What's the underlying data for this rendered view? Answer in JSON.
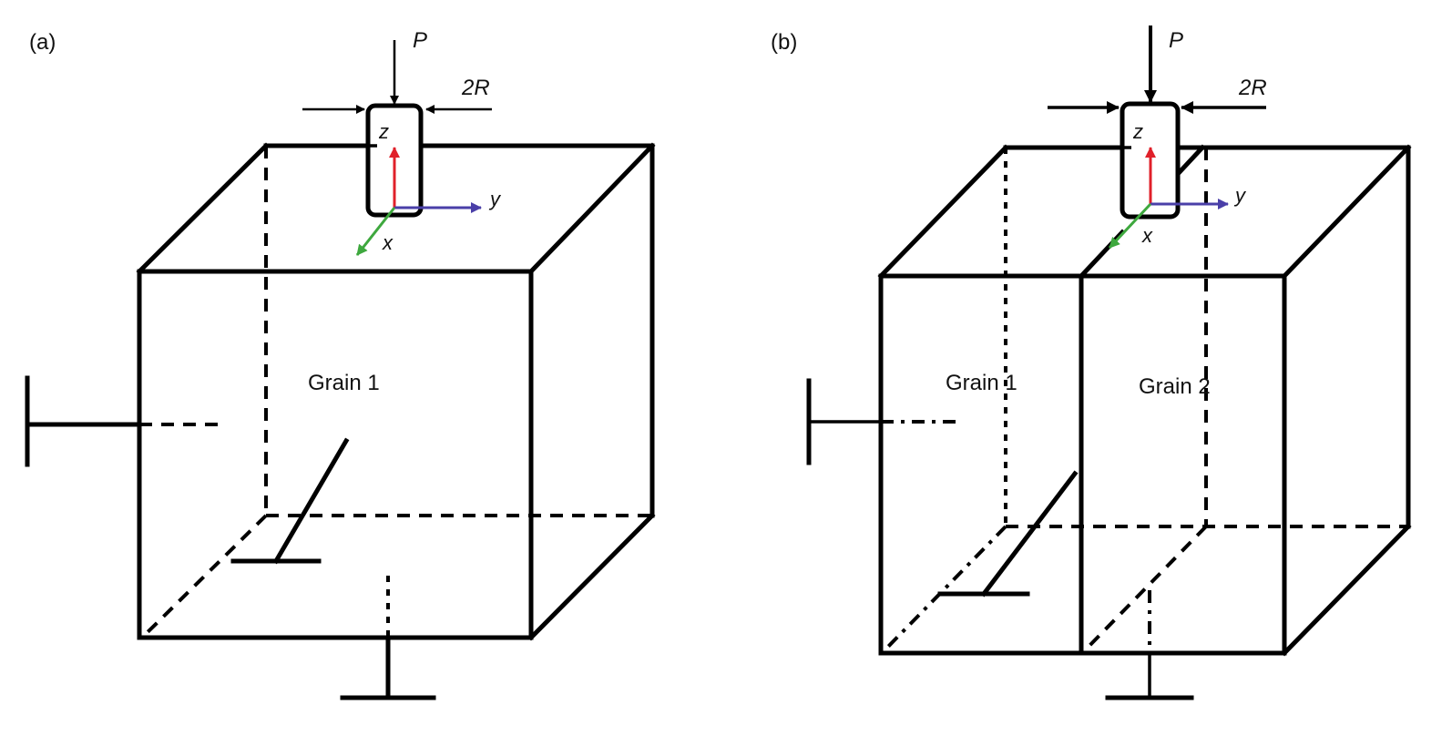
{
  "panels": {
    "a": {
      "label": "(a)",
      "load_label": "P",
      "radius_label": "2R",
      "grain_labels": [
        "Grain 1"
      ],
      "axis_labels": {
        "x": "x",
        "y": "y",
        "z": "z"
      }
    },
    "b": {
      "label": "(b)",
      "load_label": "P",
      "radius_label": "2R",
      "grain_labels": [
        "Grain 1",
        "Grain 2"
      ],
      "axis_labels": {
        "x": "x",
        "y": "y",
        "z": "z"
      }
    }
  },
  "colors": {
    "x_axis": "#3ea83e",
    "y_axis": "#4a3fa8",
    "z_axis": "#e0202a",
    "lines": "#000000"
  },
  "icons": {
    "dislocation": "inverted-T-dislocation-symbol",
    "indenter": "cylindrical-flat-punch"
  }
}
